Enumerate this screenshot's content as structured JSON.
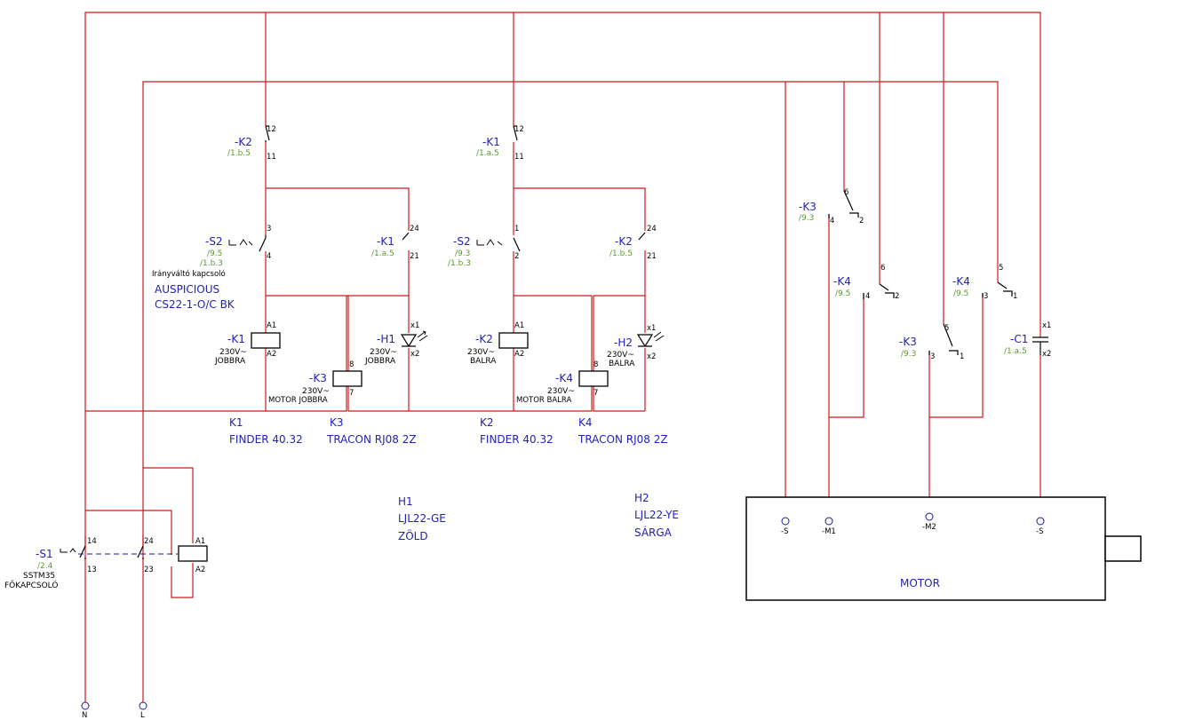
{
  "devices": {
    "k2_nc_left": {
      "tag": "-K2",
      "ref": "/1.b.5",
      "pin_top": "12",
      "pin_bottom": "11"
    },
    "k1_nc_right": {
      "tag": "-K1",
      "ref": "/1.a.5",
      "pin_top": "12",
      "pin_bottom": "11"
    },
    "s2_left": {
      "tag": "-S2",
      "ref1": "/9.5",
      "ref2": "/1.b.3",
      "pin_top": "3",
      "pin_bottom": "4",
      "desc": "Irányváltó kapcsoló",
      "brand": "AUSPICIOUS",
      "model": "CS22-1-O/C BK"
    },
    "s2_right": {
      "tag": "-S2",
      "ref1": "/9.3",
      "ref2": "/1.b.3",
      "pin_top": "1",
      "pin_bottom": "2"
    },
    "k1_no": {
      "tag": "-K1",
      "ref": "/1.a.5",
      "pin_top": "24",
      "pin_bottom": "21"
    },
    "k2_no": {
      "tag": "-K2",
      "ref": "/1.b.5",
      "pin_top": "24",
      "pin_bottom": "21"
    },
    "k1_coil": {
      "tag": "-K1",
      "v": "230V~",
      "name": "JOBBRA",
      "a1": "A1",
      "a2": "A2"
    },
    "k2_coil": {
      "tag": "-K2",
      "v": "230V~",
      "name": "BALRA",
      "a1": "A1",
      "a2": "A2"
    },
    "k3_coil": {
      "tag": "-K3",
      "v": "230V~",
      "name": "MOTOR JOBBRA",
      "p1": "8",
      "p2": "7"
    },
    "k4_coil": {
      "tag": "-K4",
      "v": "230V~",
      "name": "MOTOR BALRA",
      "p1": "8",
      "p2": "7"
    },
    "h1": {
      "tag": "-H1",
      "v": "230V~",
      "name": "JOBBRA",
      "x1": "x1",
      "x2": "x2"
    },
    "h2": {
      "tag": "-H2",
      "v": "230V~",
      "name": "BALRA",
      "x1": "x1",
      "x2": "x2"
    },
    "k3_sw_a": {
      "tag": "-K3",
      "ref": "/9.3",
      "p6": "6",
      "p4": "4",
      "p2": "2"
    },
    "k4_sw_a": {
      "tag": "-K4",
      "ref": "/9.5",
      "p6": "6",
      "p4": "4",
      "p2": "2"
    },
    "k3_sw_b": {
      "tag": "-K3",
      "ref": "/9.3",
      "p5": "5",
      "p3": "3",
      "p1": "1"
    },
    "k4_sw_b": {
      "tag": "-K4",
      "ref": "/9.5",
      "p5": "5",
      "p3": "3",
      "p1": "1"
    },
    "c1": {
      "tag": "-C1",
      "ref": "/1.a.5",
      "x1": "x1",
      "x2": "x2"
    },
    "s1": {
      "tag": "-S1",
      "ref": "/2.4",
      "model": "SSTM35",
      "name": "FŐKAPCSOLÓ",
      "p14": "14",
      "p13": "13",
      "p24": "24",
      "p23": "23",
      "a1": "A1",
      "a2": "A2"
    }
  },
  "parts_list": {
    "k1_label": "K1",
    "k1_part": "FINDER 40.32",
    "k3_label": "K3",
    "k3_part": "TRACON RJ08 2Z",
    "k2_label": "K2",
    "k2_part": "FINDER 40.32",
    "k4_label": "K4",
    "k4_part": "TRACON RJ08 2Z",
    "h1_label": "H1",
    "h1_part": "LJL22-GE",
    "h1_color": "ZÖLD",
    "h2_label": "H2",
    "h2_part": "LJL22-YE",
    "h2_color": "SÁRGA"
  },
  "motor": {
    "label": "MOTOR",
    "t1": "-S",
    "t2": "-M1",
    "t3": "-M2",
    "t4": "-S"
  },
  "supply": {
    "n": "N",
    "l": "L"
  },
  "colors": {
    "wire": "#cc1a1a",
    "label_blue": "#2222bb",
    "ref_green": "#5c9a2c"
  }
}
